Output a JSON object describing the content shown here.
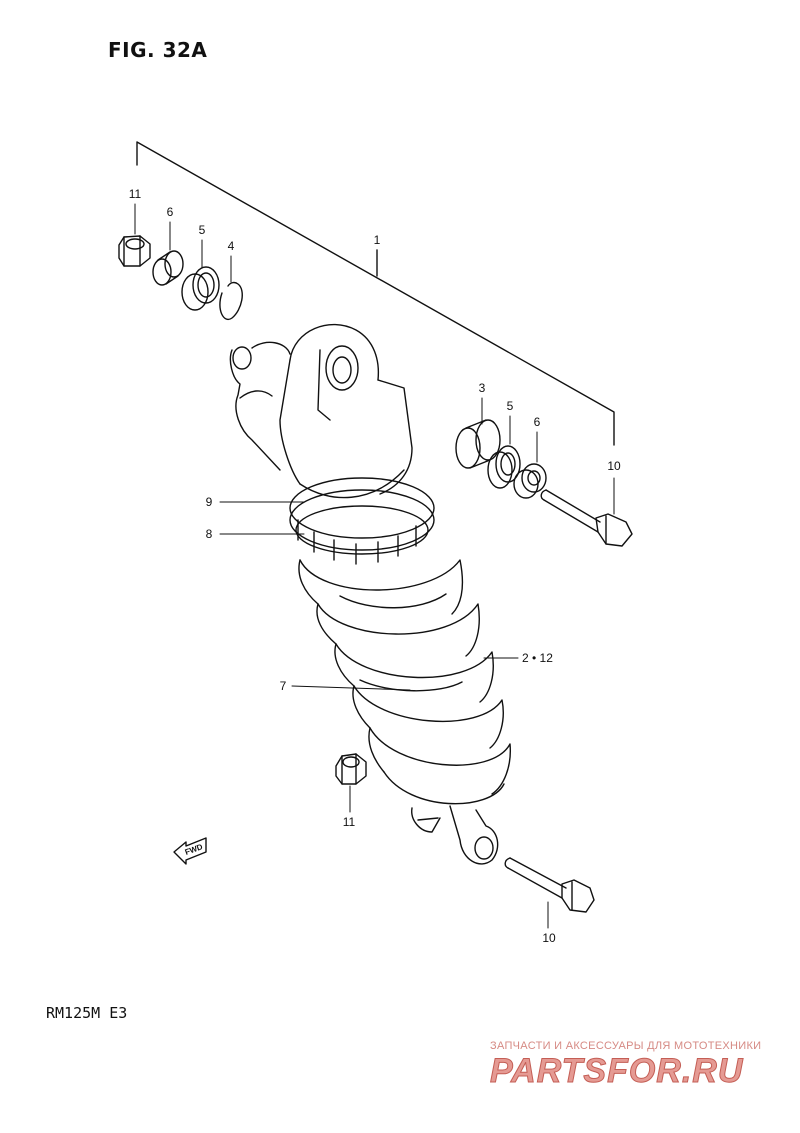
{
  "figure_title": "FIG. 32A",
  "model_label": "RM125M  E3",
  "watermark": {
    "tagline": "ЗАПЧАСТИ И АКСЕССУАРЫ ДЛЯ МОТОТЕХНИКИ",
    "logo": "PARTSFOR.RU"
  },
  "fwd_label": "FWD",
  "part_labels": {
    "p1": "1",
    "p2_12": "2 • 12",
    "p3": "3",
    "p4": "4",
    "p5_top": "5",
    "p5_right": "5",
    "p6_top": "6",
    "p6_right": "6",
    "p7": "7",
    "p8": "8",
    "p9": "9",
    "p10_right": "10",
    "p10_bottom": "10",
    "p11_top": "11",
    "p11_bottom": "11"
  }
}
